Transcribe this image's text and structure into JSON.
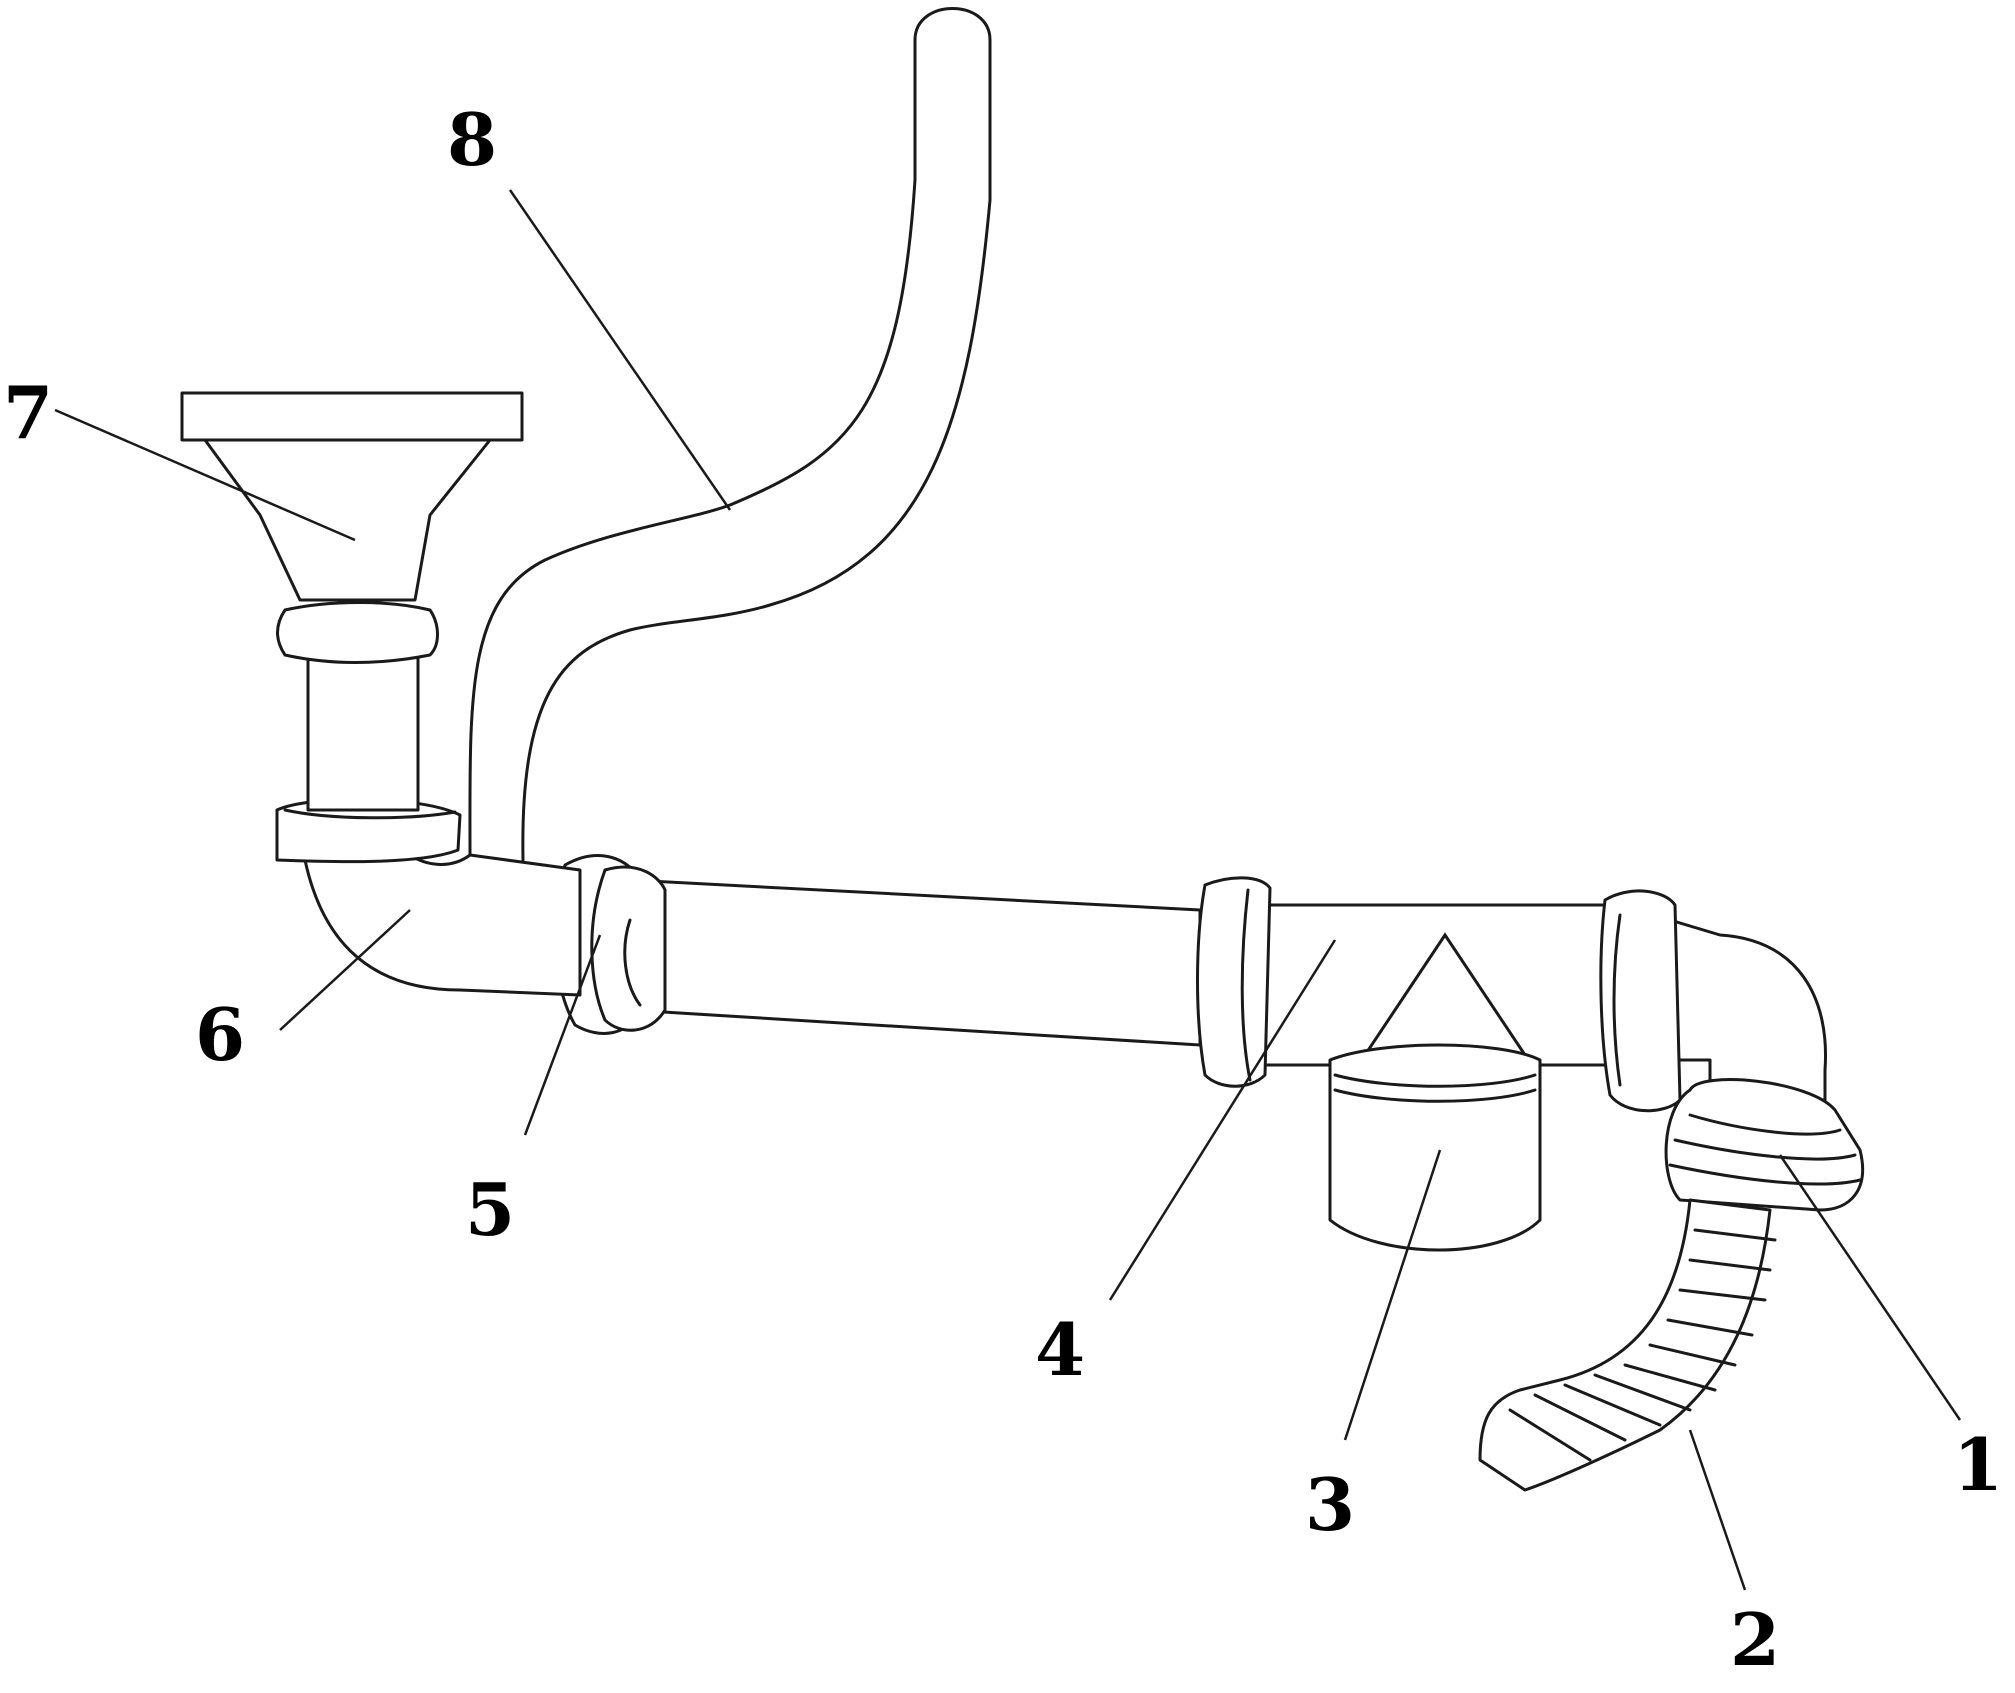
{
  "figure": {
    "callouts": [
      {
        "id": "1",
        "label": "1"
      },
      {
        "id": "2",
        "label": "2"
      },
      {
        "id": "3",
        "label": "3"
      },
      {
        "id": "4",
        "label": "4"
      },
      {
        "id": "5",
        "label": "5"
      },
      {
        "id": "6",
        "label": "6"
      },
      {
        "id": "7",
        "label": "7"
      },
      {
        "id": "8",
        "label": "8"
      }
    ]
  },
  "colors": {
    "stroke": "#1a1a1a",
    "fill": "#ffffff",
    "text": "#000000"
  }
}
